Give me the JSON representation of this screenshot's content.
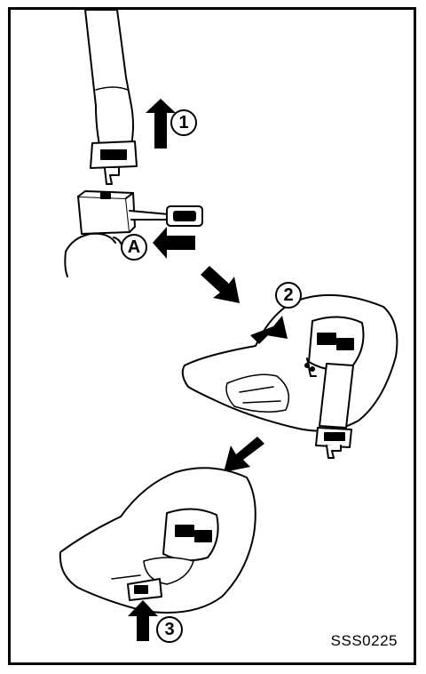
{
  "steps": [
    {
      "marker": "1"
    },
    {
      "marker": "A"
    },
    {
      "marker": "2"
    },
    {
      "marker": "3"
    }
  ],
  "figure_code": "SSS0225",
  "colors": {
    "ink": "#000000",
    "paper": "#ffffff"
  }
}
